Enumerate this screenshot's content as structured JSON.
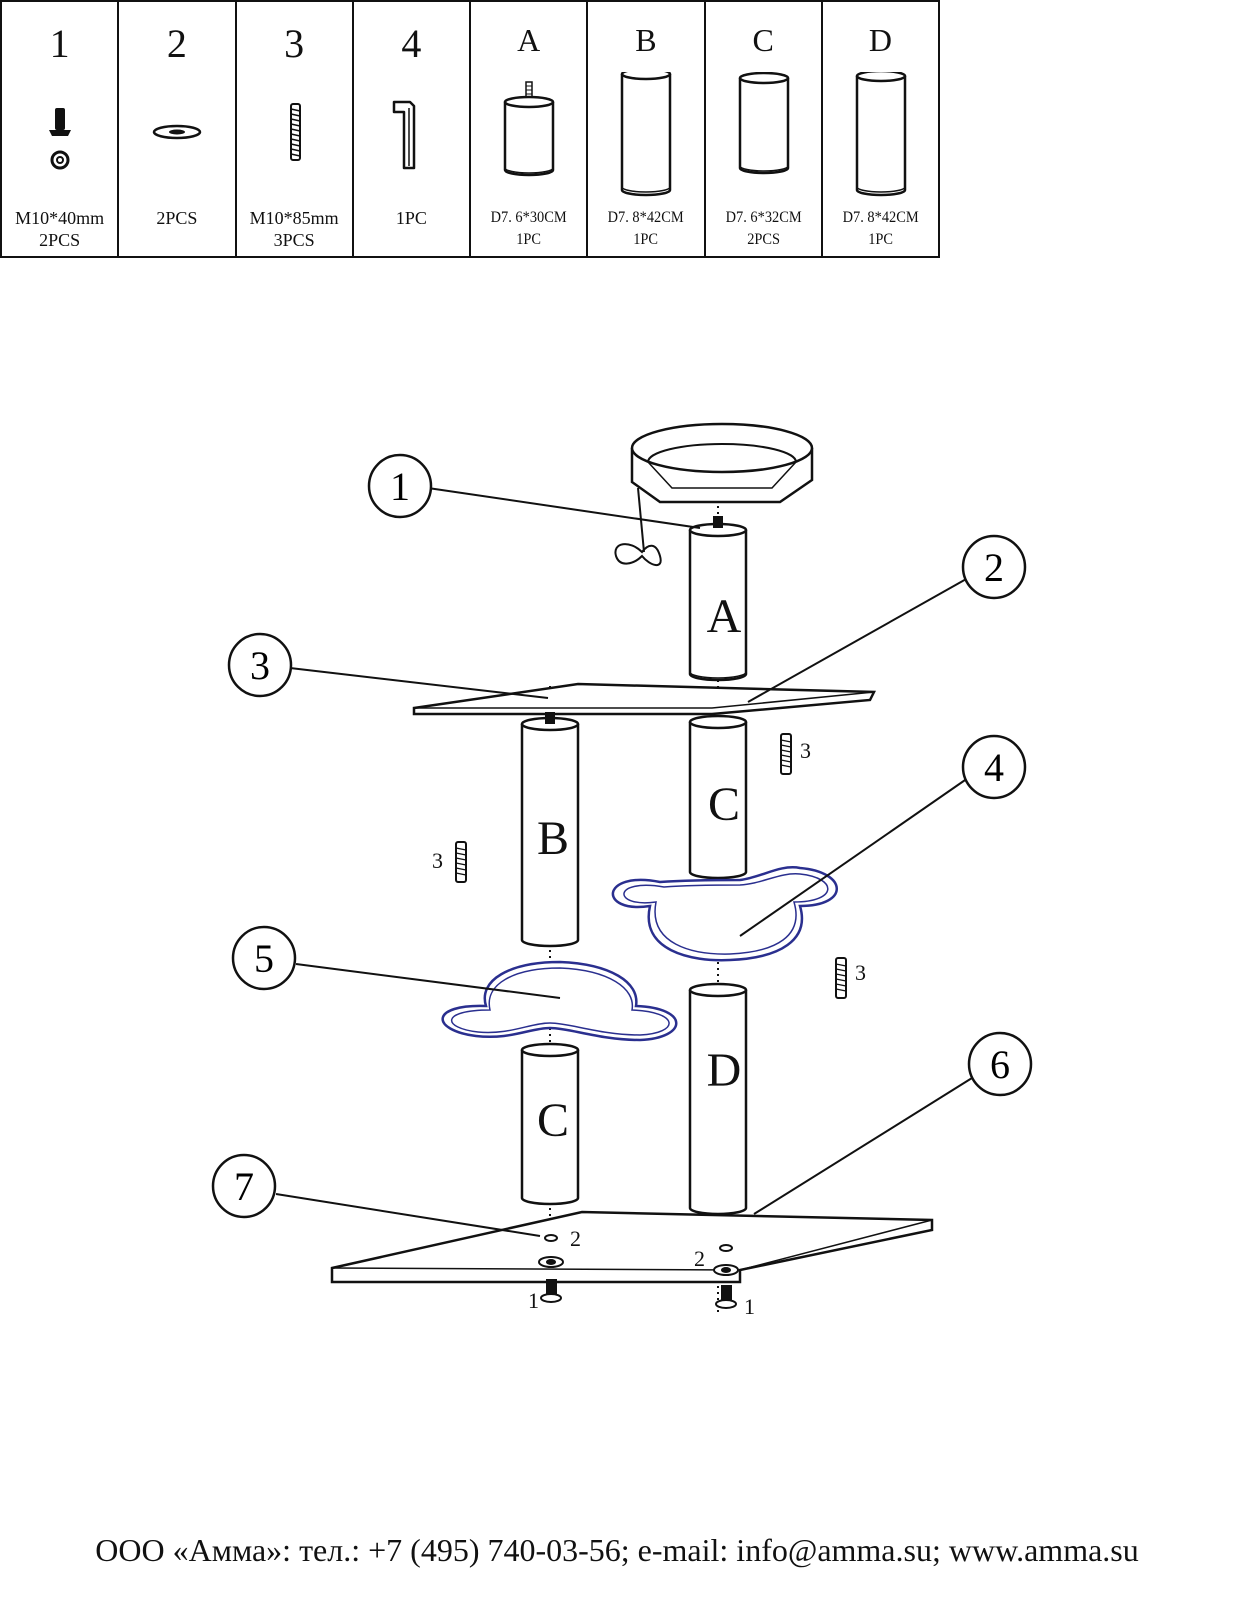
{
  "parts_table": [
    {
      "id": "1",
      "spec": "M10*40mm",
      "qty": "2PCS"
    },
    {
      "id": "2",
      "spec": "",
      "qty": "2PCS"
    },
    {
      "id": "3",
      "spec": "M10*85mm",
      "qty": "3PCS"
    },
    {
      "id": "4",
      "spec": "",
      "qty": "1PC"
    },
    {
      "id": "A",
      "spec": "D7. 6*30CM",
      "qty": "1PC"
    },
    {
      "id": "B",
      "spec": "D7. 8*42CM",
      "qty": "1PC"
    },
    {
      "id": "C",
      "spec": "D7. 6*32CM",
      "qty": "2PCS"
    },
    {
      "id": "D",
      "spec": "D7. 8*42CM",
      "qty": "1PC"
    }
  ],
  "callouts": [
    "1",
    "2",
    "3",
    "4",
    "5",
    "6",
    "7"
  ],
  "post_labels": {
    "a": "A",
    "b": "B",
    "c_upper": "C",
    "c_lower": "C",
    "d": "D"
  },
  "part_markers": {
    "three": "3",
    "two": "2",
    "one": "1"
  },
  "colors": {
    "line": "#111111",
    "platform_outline": "#2a2f8f"
  },
  "footer": "ООО «Амма»: тел.: +7 (495) 740-03-56; e-mail: info@amma.su; www.amma.su"
}
